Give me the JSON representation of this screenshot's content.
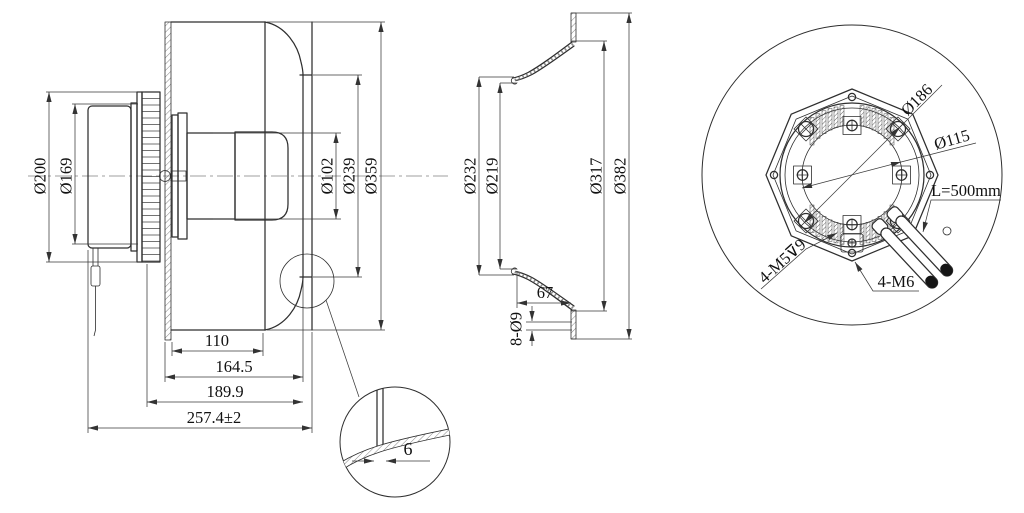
{
  "meta": {
    "background": "#ffffff",
    "ink": "#2e2e2e"
  },
  "side_view": {
    "d200": "Ø200",
    "d169": "Ø169",
    "d102": "Ø102",
    "d239": "Ø239",
    "d359": "Ø359",
    "len110": "110",
    "len164": "164.5",
    "len189": "189.9",
    "len257": "257.4±2"
  },
  "detail": {
    "gap": "6"
  },
  "section_view": {
    "d232": "Ø232",
    "d219": "Ø219",
    "d317": "Ø317",
    "d382": "Ø382",
    "len67": "67",
    "holes": "8-Ø9"
  },
  "rear_view": {
    "d186": "Ø186",
    "d115": "Ø115",
    "m5": "4-M5⊽9",
    "m6": "4-M6",
    "cable": "L=500mm"
  }
}
